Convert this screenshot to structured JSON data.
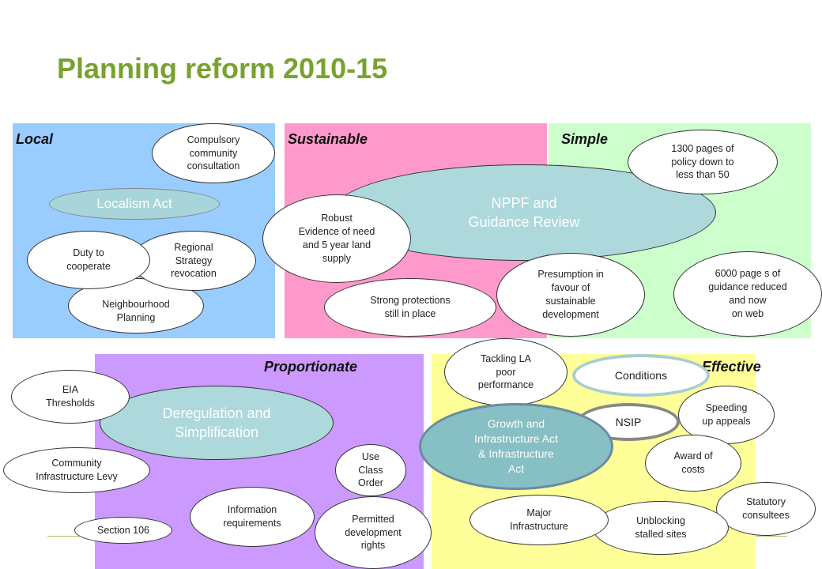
{
  "title": "Planning reform 2010-15",
  "colors": {
    "title": "#78a22f",
    "local": "#99ccff",
    "sustainable": "#ff99cc",
    "simple": "#ccffcc",
    "proportionate": "#cc99ff",
    "effective": "#ffff99"
  },
  "panels": {
    "local": "Local",
    "sustainable": "Sustainable",
    "simple": "Simple",
    "proportionate": "Proportionate",
    "effective": "Effective"
  },
  "nodes": {
    "compulsory_consultation": "Compulsory\ncommunity\nconsultation",
    "localism_act": "Localism Act",
    "duty_to_cooperate": "Duty to\ncooperate",
    "regional_strategy": "Regional\nStrategy\nrevocation",
    "neighbourhood_planning": "Neighbourhood\nPlanning",
    "nppf": "NPPF and\nGuidance Review",
    "robust_evidence": "Robust\nEvidence of need\nand 5 year land\nsupply",
    "pages_policy": "1300 pages of\npolicy down to\nless than 50",
    "strong_protections": "Strong protections\nstill in place",
    "presumption": "Presumption in\nfavour of\nsustainable\ndevelopment",
    "guidance_reduced": "6000 page s of\nguidance reduced\nand now\non web",
    "eia": "EIA\nThresholds",
    "deregulation": "Deregulation and\nSimplification",
    "cil": "Community\nInfrastructure Levy",
    "use_class": "Use\nClass\nOrder",
    "section106": "Section 106",
    "information": "Information\nrequirements",
    "permitted": "Permitted\ndevelopment\nrights",
    "tackling_la": "Tackling LA\npoor\nperformance",
    "conditions": "Conditions",
    "speeding": "Speeding\nup appeals",
    "nsip": "NSIP",
    "growth_act": "Growth and\nInfrastructure Act\n& Infrastructure\nAct",
    "award_costs": "Award of\ncosts",
    "statutory": "Statutory\nconsultees",
    "major_infra": "Major\nInfrastructure",
    "unblocking": "Unblocking\nstalled sites"
  }
}
